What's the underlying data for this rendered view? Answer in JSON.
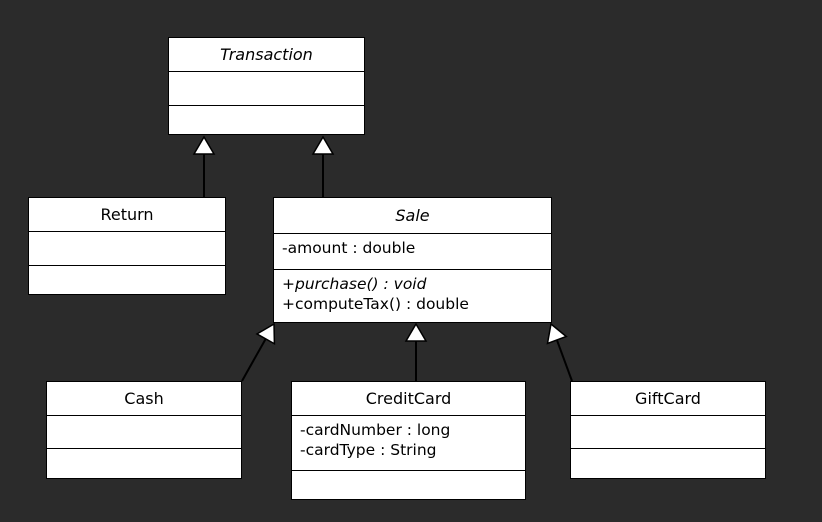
{
  "diagram": {
    "classes": [
      {
        "id": "transaction",
        "name": "Transaction",
        "abstract": true,
        "attributes": [],
        "operations": []
      },
      {
        "id": "return",
        "name": "Return",
        "abstract": false,
        "attributes": [],
        "operations": []
      },
      {
        "id": "sale",
        "name": "Sale",
        "abstract": true,
        "attributes": [
          {
            "text": "-amount : double",
            "abstract": false
          }
        ],
        "operations": [
          {
            "text": "+purchase() : void",
            "abstract": true
          },
          {
            "text": "+computeTax() : double",
            "abstract": false
          }
        ]
      },
      {
        "id": "cash",
        "name": "Cash",
        "abstract": false,
        "attributes": [],
        "operations": []
      },
      {
        "id": "creditcard",
        "name": "CreditCard",
        "abstract": false,
        "attributes": [
          {
            "text": "-cardNumber : long",
            "abstract": false
          },
          {
            "text": "-cardType : String",
            "abstract": false
          }
        ],
        "operations": []
      },
      {
        "id": "giftcard",
        "name": "GiftCard",
        "abstract": false,
        "attributes": [],
        "operations": []
      }
    ],
    "generalizations": [
      {
        "child": "return",
        "parent": "transaction"
      },
      {
        "child": "sale",
        "parent": "transaction"
      },
      {
        "child": "cash",
        "parent": "sale"
      },
      {
        "child": "creditcard",
        "parent": "sale"
      },
      {
        "child": "giftcard",
        "parent": "sale"
      }
    ]
  }
}
